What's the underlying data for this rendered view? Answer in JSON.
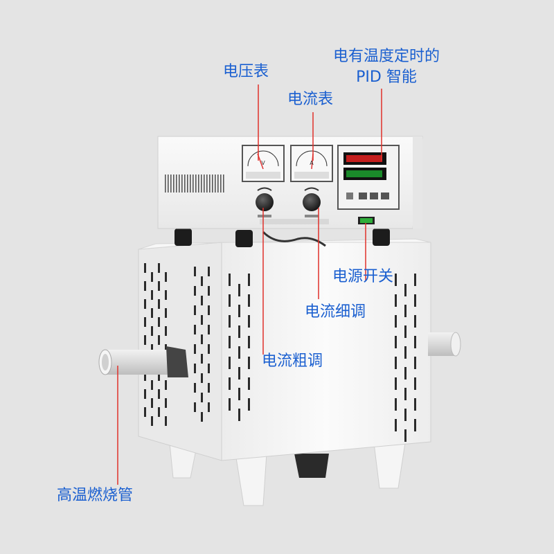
{
  "annotations": {
    "voltmeter": "电压表",
    "ammeter": "电流表",
    "pid_line1": "电有温度定时的",
    "pid_line2": "PID 智能",
    "power_switch": "电源开关",
    "fine_current": "电流细调",
    "coarse_current": "电流粗调",
    "tube": "高温燃烧管"
  },
  "colors": {
    "label": "#1a5fd0",
    "leader_line": "#e0302a"
  },
  "device": {
    "meter_unit_v": "V",
    "meter_unit_a": "A"
  }
}
